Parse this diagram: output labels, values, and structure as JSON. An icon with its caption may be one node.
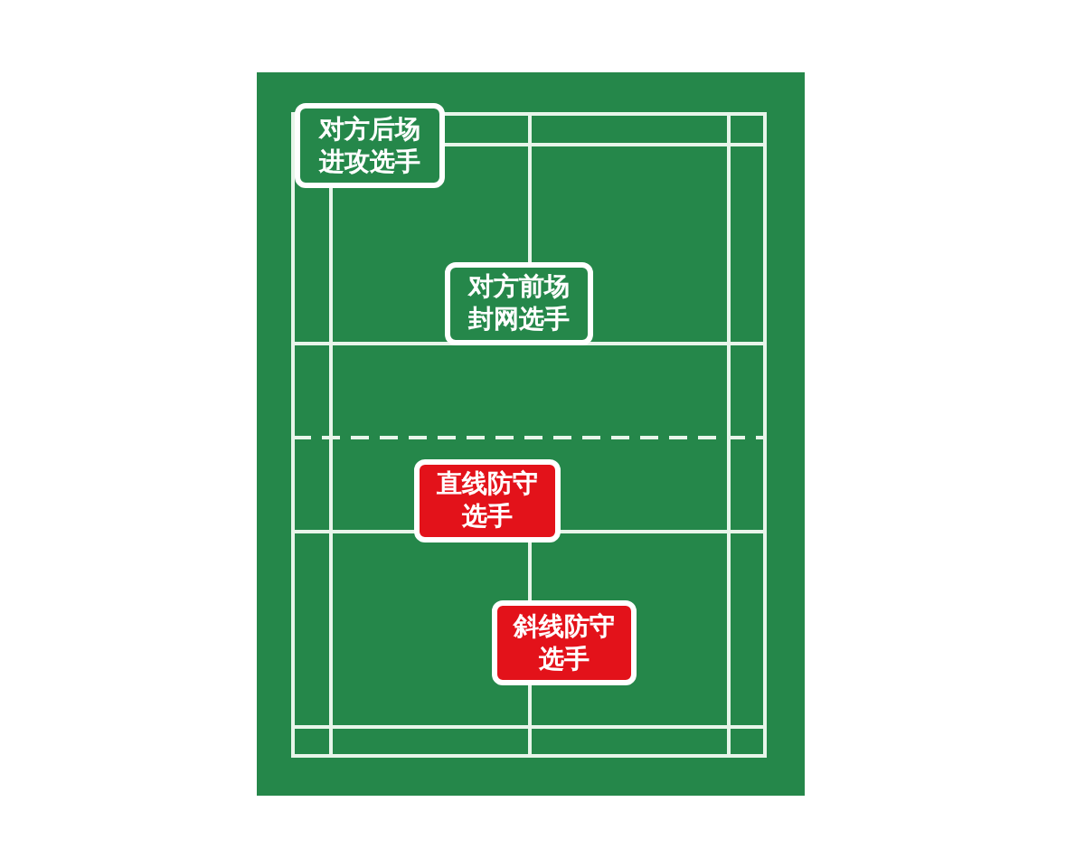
{
  "diagram": {
    "nodes": [
      {
        "text": [
          "对方后场进攻选手"
        ]
      },
      {
        "text": [
          "对方前场封网选手"
        ]
      },
      {
        "text": [
          "直线防守选手"
        ]
      },
      {
        "text": [
          "斜线防守选手"
        ]
      }
    ],
    "edges": []
  }
}
